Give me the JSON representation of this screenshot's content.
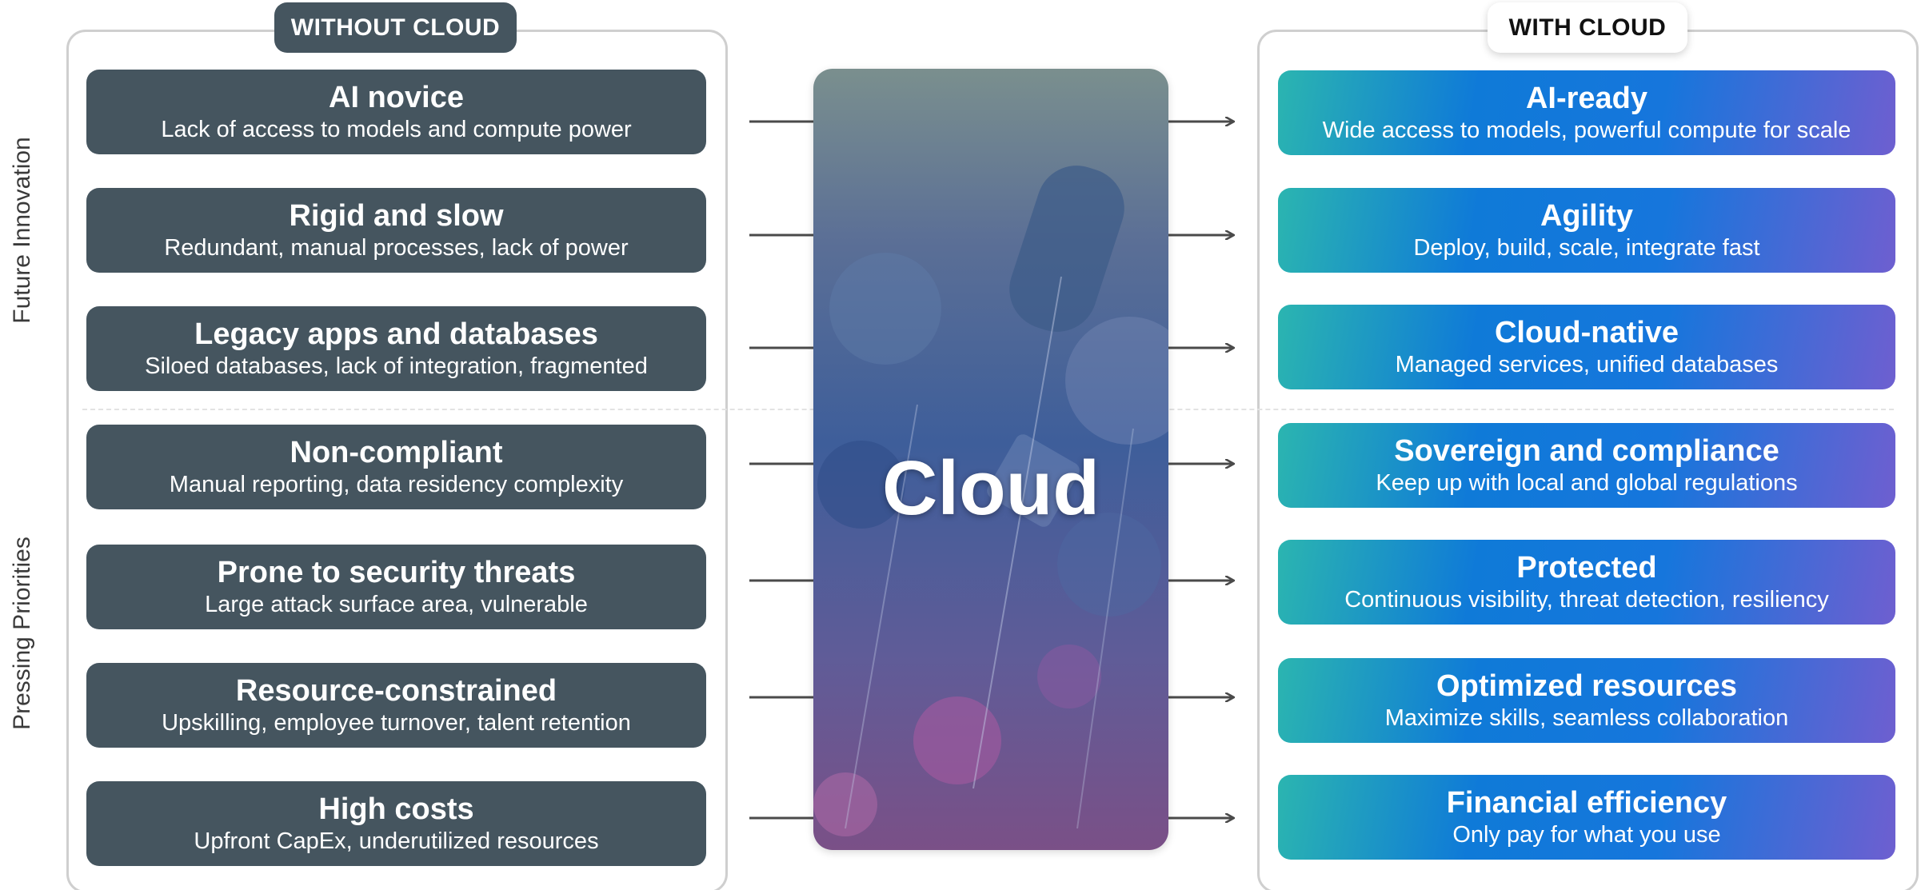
{
  "side_labels": {
    "top": "Future Innovation",
    "bottom": "Pressing Priorities"
  },
  "left_panel": {
    "tag": "WITHOUT CLOUD",
    "items": [
      {
        "title": "AI novice",
        "subtitle": "Lack of access to models and compute power"
      },
      {
        "title": "Rigid and slow",
        "subtitle": "Redundant, manual processes, lack of power"
      },
      {
        "title": "Legacy apps and databases",
        "subtitle": "Siloed databases, lack of integration, fragmented"
      },
      {
        "title": "Non-compliant",
        "subtitle": "Manual reporting, data residency complexity"
      },
      {
        "title": "Prone to security threats",
        "subtitle": "Large attack surface area, vulnerable"
      },
      {
        "title": "Resource-constrained",
        "subtitle": "Upskilling, employee turnover, talent retention"
      },
      {
        "title": "High costs",
        "subtitle": "Upfront CapEx, underutilized resources"
      }
    ]
  },
  "center": {
    "label": "Cloud"
  },
  "right_panel": {
    "tag": "WITH CLOUD",
    "items": [
      {
        "title": "AI-ready",
        "subtitle": "Wide access to models, powerful compute for scale"
      },
      {
        "title": "Agility",
        "subtitle": "Deploy, build, scale, integrate fast"
      },
      {
        "title": "Cloud-native",
        "subtitle": "Managed services, unified databases"
      },
      {
        "title": "Sovereign and compliance",
        "subtitle": "Keep up with local and global regulations"
      },
      {
        "title": "Protected",
        "subtitle": "Continuous visibility, threat detection, resiliency"
      },
      {
        "title": "Optimized resources",
        "subtitle": "Maximize skills, seamless collaboration"
      },
      {
        "title": "Financial efficiency",
        "subtitle": "Only pay for what you use"
      }
    ]
  },
  "colors": {
    "left_box": "#45555f",
    "right_gradient_start": "#2bb5b0",
    "right_gradient_mid": "#1676dc",
    "right_gradient_end": "#6e5fd0",
    "connector": "#4a4a4a"
  }
}
